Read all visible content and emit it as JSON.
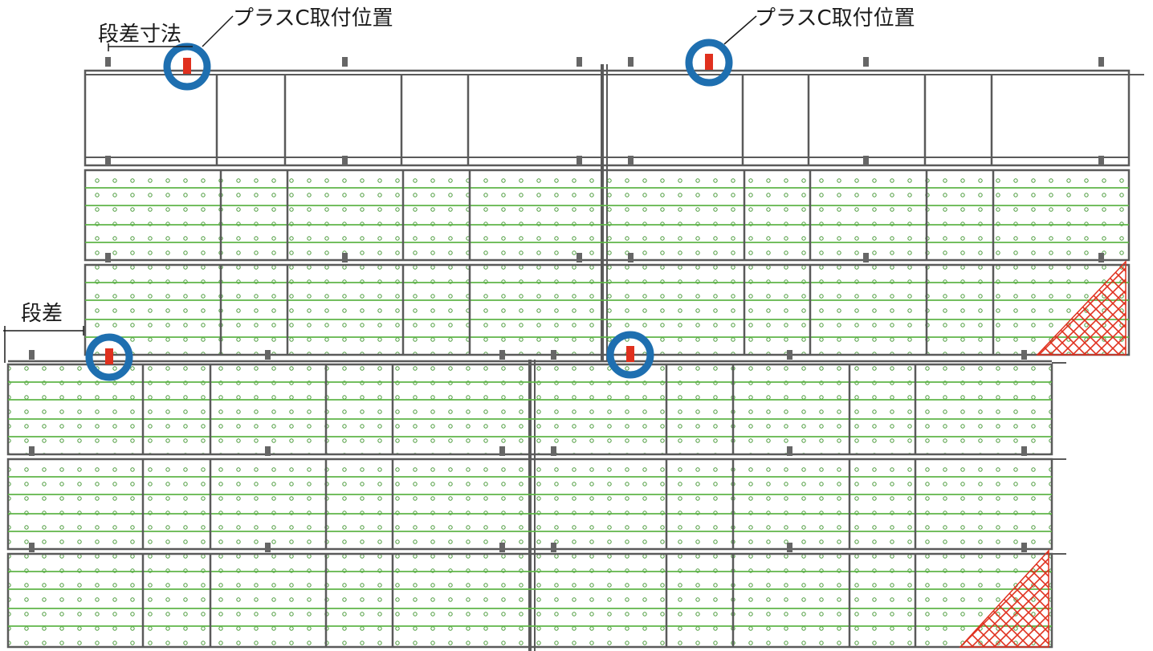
{
  "labels": {
    "mount_position": "プラスC取付位置",
    "step_dimension": "段差寸法",
    "step": "段差"
  },
  "colors": {
    "frame": "#5a5a5a",
    "mesh_line": "#5fb548",
    "mesh_dot": "#4a9a3a",
    "marker_ring": "#1e6fb0",
    "clamp": "#e0301e",
    "hatch": "#e0301e"
  },
  "icons": {
    "marker": "blue-ring-marker-icon",
    "clamp": "red-clamp-icon",
    "hatch": "red-crosshatch-area"
  }
}
